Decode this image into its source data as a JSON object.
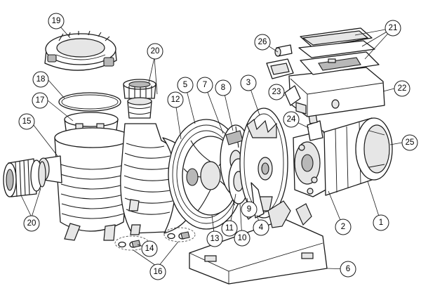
{
  "callouts": [
    {
      "id": "c19",
      "label": "19"
    },
    {
      "id": "c20a",
      "label": "20"
    },
    {
      "id": "c18",
      "label": "18"
    },
    {
      "id": "c17",
      "label": "17"
    },
    {
      "id": "c15",
      "label": "15"
    },
    {
      "id": "c20b",
      "label": "20"
    },
    {
      "id": "c14",
      "label": "14"
    },
    {
      "id": "c16",
      "label": "16"
    },
    {
      "id": "c12",
      "label": "12"
    },
    {
      "id": "c5",
      "label": "5"
    },
    {
      "id": "c7",
      "label": "7"
    },
    {
      "id": "c8",
      "label": "8"
    },
    {
      "id": "c3",
      "label": "3"
    },
    {
      "id": "c26",
      "label": "26"
    },
    {
      "id": "c21",
      "label": "21"
    },
    {
      "id": "c23",
      "label": "23"
    },
    {
      "id": "c22",
      "label": "22"
    },
    {
      "id": "c24",
      "label": "24"
    },
    {
      "id": "c25",
      "label": "25"
    },
    {
      "id": "c9",
      "label": "9"
    },
    {
      "id": "c11",
      "label": "11"
    },
    {
      "id": "c10",
      "label": "10"
    },
    {
      "id": "c4",
      "label": "4"
    },
    {
      "id": "c13",
      "label": "13"
    },
    {
      "id": "c2",
      "label": "2"
    },
    {
      "id": "c1",
      "label": "1"
    },
    {
      "id": "c6",
      "label": "6"
    }
  ]
}
